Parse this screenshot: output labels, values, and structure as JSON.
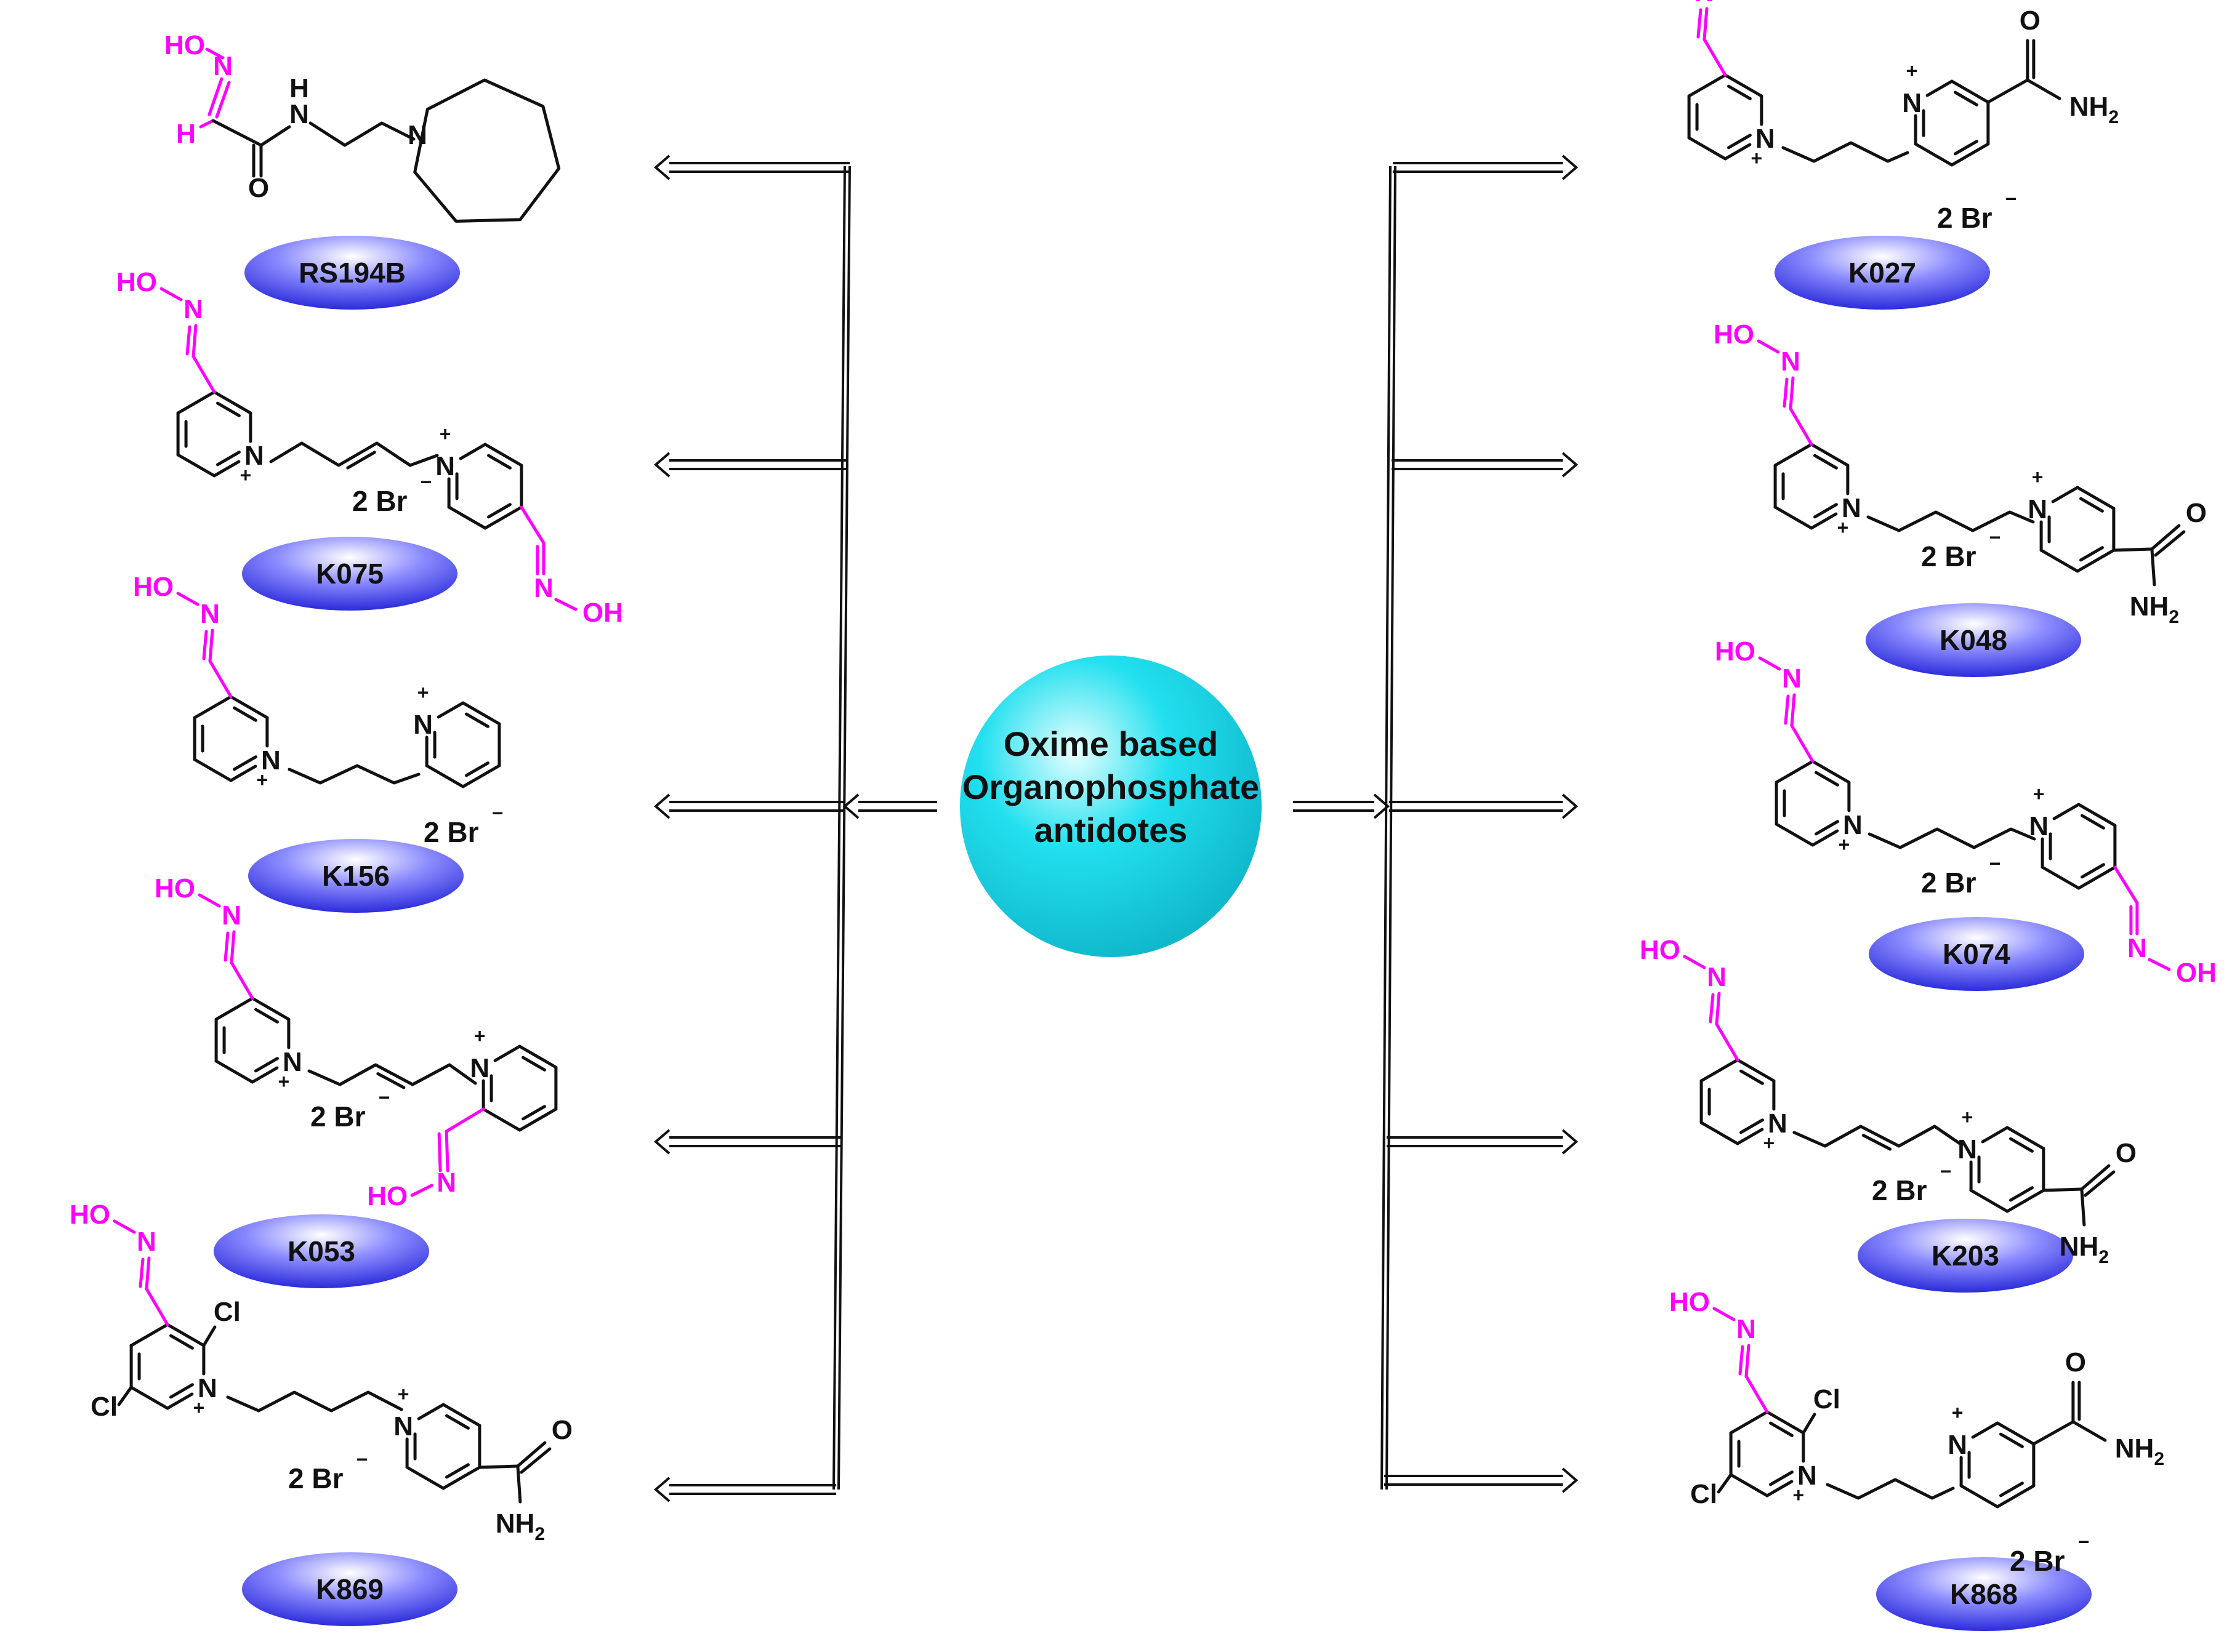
{
  "center": {
    "line1": "Oxime based",
    "line2": "Organophosphate",
    "line3": "antidotes",
    "fill_color": "#22e0ef"
  },
  "label_fill_color": "#2a2ae0",
  "oxime_color": "#ff00ff",
  "atoms": {
    "ho": "HO",
    "oh": "OH",
    "n": "N",
    "o": "O",
    "h": "H",
    "cl": "Cl",
    "nh": "N",
    "nh2": "NH",
    "sub2": "2",
    "plus": "+",
    "minus": "−"
  },
  "salt": "2 Br",
  "compounds": [
    {
      "id": "RS194B",
      "label": "RS194B"
    },
    {
      "id": "K075",
      "label": "K075"
    },
    {
      "id": "K156",
      "label": "K156"
    },
    {
      "id": "K053",
      "label": "K053"
    },
    {
      "id": "K869",
      "label": "K869"
    },
    {
      "id": "K027",
      "label": "K027"
    },
    {
      "id": "K048",
      "label": "K048"
    },
    {
      "id": "K074",
      "label": "K074"
    },
    {
      "id": "K203",
      "label": "K203"
    },
    {
      "id": "K868",
      "label": "K868"
    }
  ]
}
